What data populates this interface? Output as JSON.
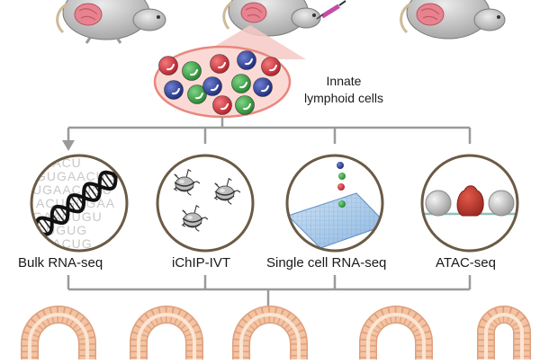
{
  "cluster": {
    "label_line1": "Innate",
    "label_line2": "lymphoid cells"
  },
  "assays": [
    {
      "label": "Bulk RNA-seq",
      "icon": "dna-helix-icon"
    },
    {
      "label": "iChIP-IVT",
      "icon": "chromatin-nucleosome-icon"
    },
    {
      "label": "Single cell RNA-seq",
      "icon": "droplet-microwell-icon"
    },
    {
      "label": "ATAC-seq",
      "icon": "transposase-chromatin-icon"
    }
  ],
  "sequence_letters": [
    "GAACU",
    "GUGAACUG",
    "UGAACUGU",
    "ACUGUGAA",
    "GAACUGU",
    "CUGUG",
    "GAACUG"
  ],
  "colors": {
    "mouse_body": "#d6d6d6",
    "mouse_tissue": "#e7838f",
    "cell_red": "#d8343c",
    "cell_green": "#3ea845",
    "cell_blue": "#2d3f9e",
    "cluster_fill": "#fbdad6",
    "cluster_stroke": "#e8877f",
    "connector_gray": "#9a9a9a",
    "gut_villi": "#f3c3a3",
    "gut_stroke": "#dfa07c",
    "sequence_gray": "#c8c8c8"
  }
}
